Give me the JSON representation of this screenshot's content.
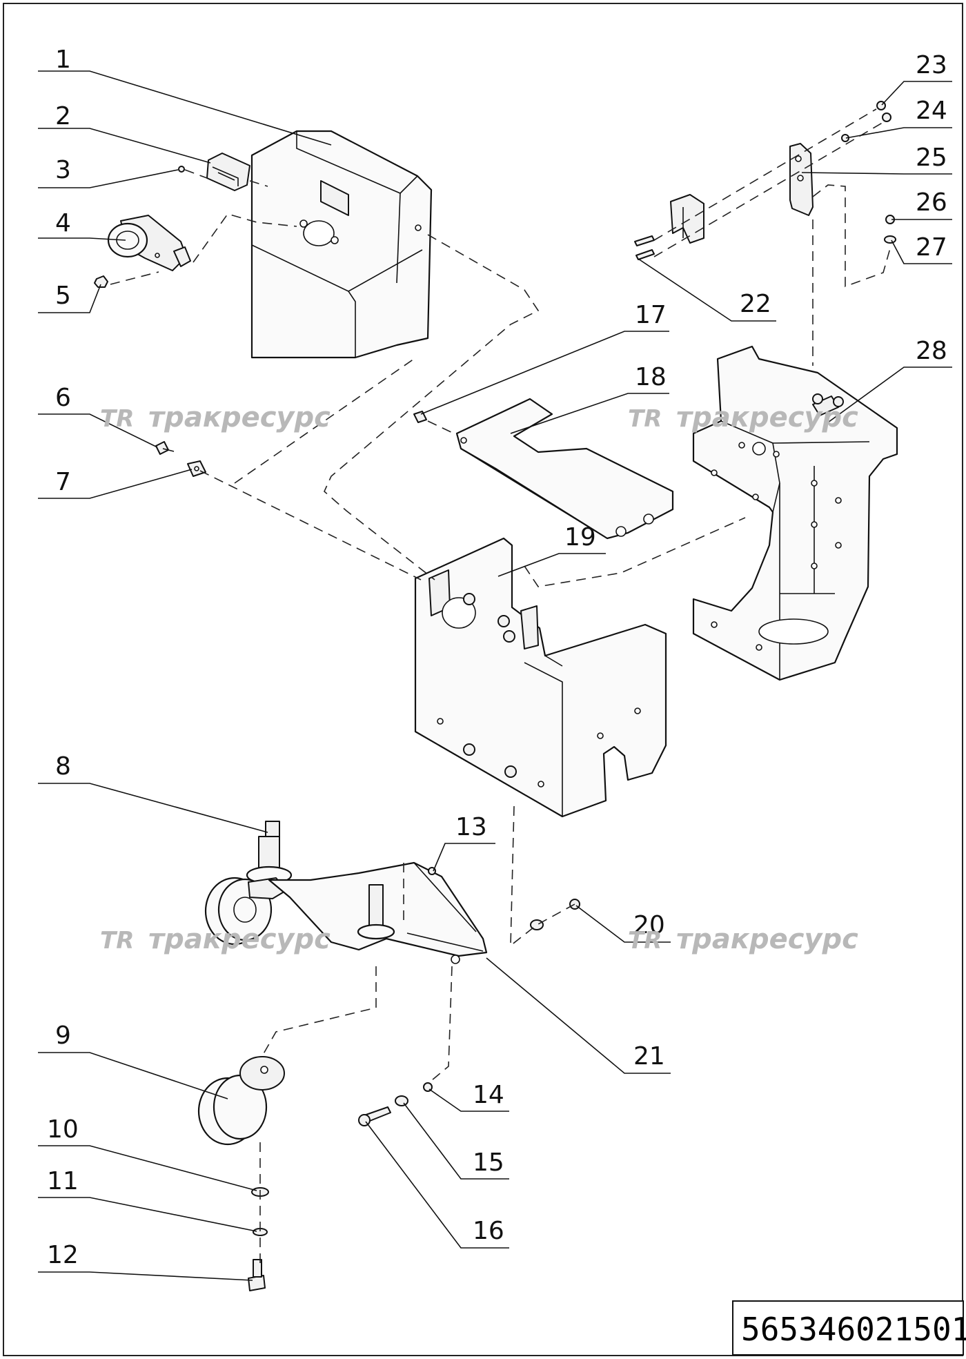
{
  "document_number": "565346021501",
  "watermarks": [
    {
      "logo": "TR",
      "text": "тракресурс"
    },
    {
      "logo": "TR",
      "text": "тракресурс"
    },
    {
      "logo": "TR",
      "text": "тракресурс"
    },
    {
      "logo": "TR",
      "text": "тракресурс"
    }
  ],
  "callouts": [
    "1",
    "2",
    "3",
    "4",
    "5",
    "6",
    "7",
    "8",
    "9",
    "10",
    "11",
    "12",
    "13",
    "14",
    "15",
    "16",
    "17",
    "18",
    "19",
    "20",
    "21",
    "22",
    "23",
    "24",
    "25",
    "26",
    "27",
    "28"
  ]
}
